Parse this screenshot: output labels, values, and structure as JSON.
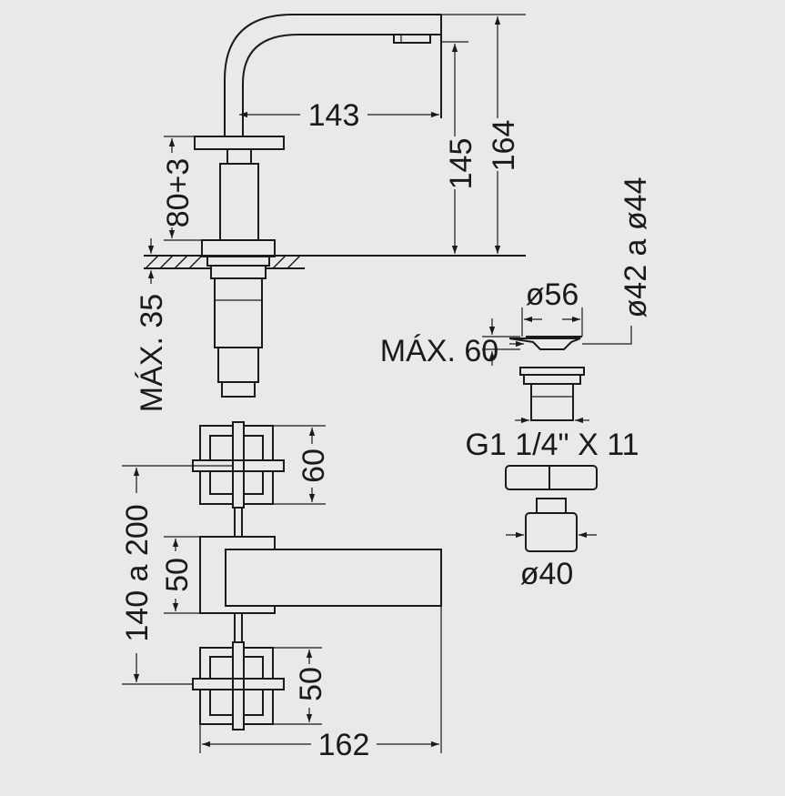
{
  "dimensions": {
    "spout_reach": "143",
    "spout_height": "145",
    "total_height": "164",
    "handle_height": "80+3",
    "max_deck": "MÁX. 35",
    "drain_diameter": "ø56",
    "drain_max": "MÁX. 60",
    "drain_range": "ø42 a ø44",
    "thread": "G1 1/4\" X 11",
    "bottom_diameter": "ø40",
    "handle_size": "60",
    "spread": "140 a 200",
    "spout_width": "50",
    "handle_size2": "50",
    "total_length": "162"
  }
}
